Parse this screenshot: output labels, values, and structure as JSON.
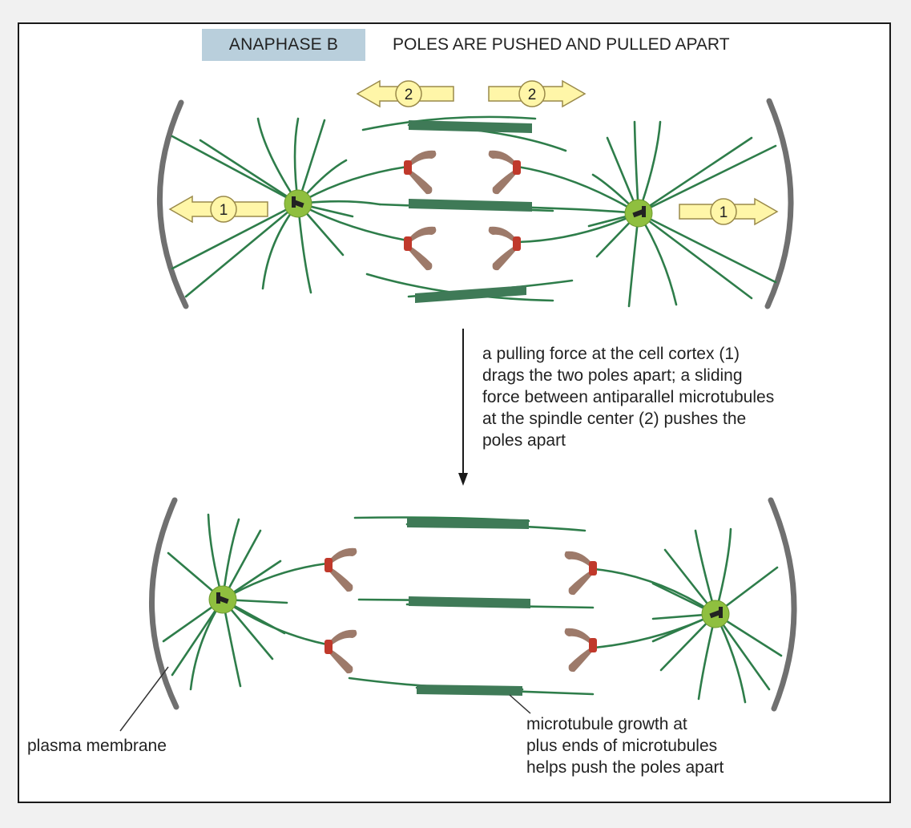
{
  "header": {
    "badge_label": "ANAPHASE B",
    "title": "POLES ARE PUSHED AND PULLED APART"
  },
  "arrows": {
    "sliding_force_number": "2",
    "pulling_force_number": "1"
  },
  "captions": {
    "forces": "a pulling force at the cell cortex (1)\ndrags the two poles apart; a sliding\nforce between antiparallel microtubules\nat the spindle center (2) pushes the\npoles apart",
    "membrane": "plasma membrane",
    "growth": "microtubule growth at\nplus ends of microtubules\nhelps push the poles apart"
  },
  "colors": {
    "page_background": "#f1f1f1",
    "title_badge": "#b9cfdc",
    "microtubule": "#2e7d4a",
    "overlap_zone": "#3f7a57",
    "spindle_pole": "#8fbf3f",
    "chromosome": "#9d7a6a",
    "kinetochore": "#c0392b",
    "force_arrow_fill": "#fff6a8",
    "force_arrow_stroke": "#9a8a4a",
    "membrane": "#707070"
  }
}
